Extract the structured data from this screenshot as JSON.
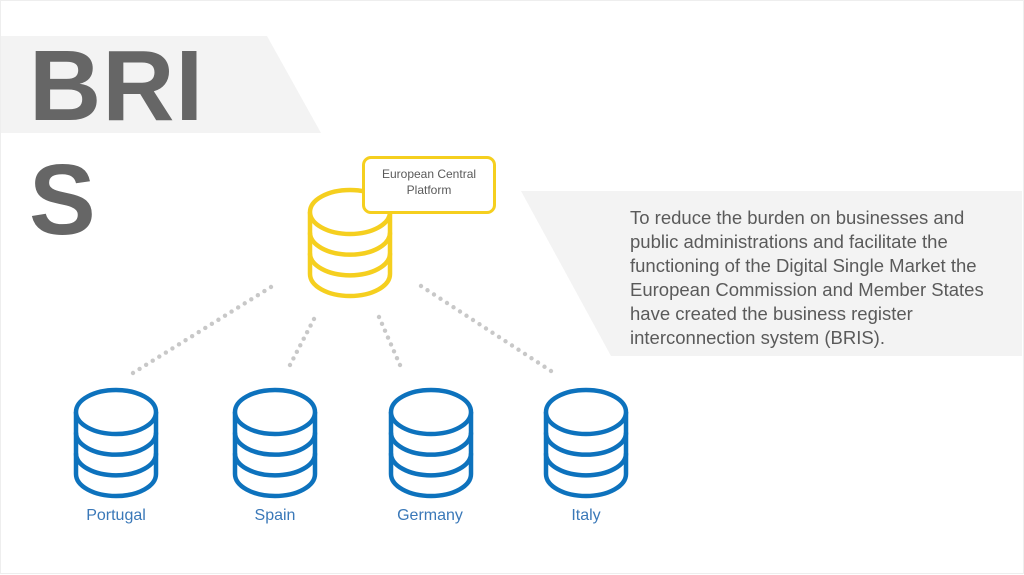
{
  "title": "BRIS",
  "colors": {
    "central": "#f5cf1f",
    "node": "#0d72bd",
    "node_label": "#3a78b8",
    "connector": "#c8c8c8",
    "panel": "#f3f3f3",
    "title": "#666666",
    "body_text": "#5a5a5a"
  },
  "central": {
    "icon": "database-icon",
    "callout_text": "European Central Platform"
  },
  "description": "To reduce the burden on businesses and public administrations and facilitate the functioning of the Digital Single Market the European Commission and Member States have created the business register interconnection system (BRIS).",
  "nodes": [
    {
      "label": "Portugal",
      "icon": "database-icon"
    },
    {
      "label": "Spain",
      "icon": "database-icon"
    },
    {
      "label": "Germany",
      "icon": "database-icon"
    },
    {
      "label": "Italy",
      "icon": "database-icon"
    }
  ]
}
